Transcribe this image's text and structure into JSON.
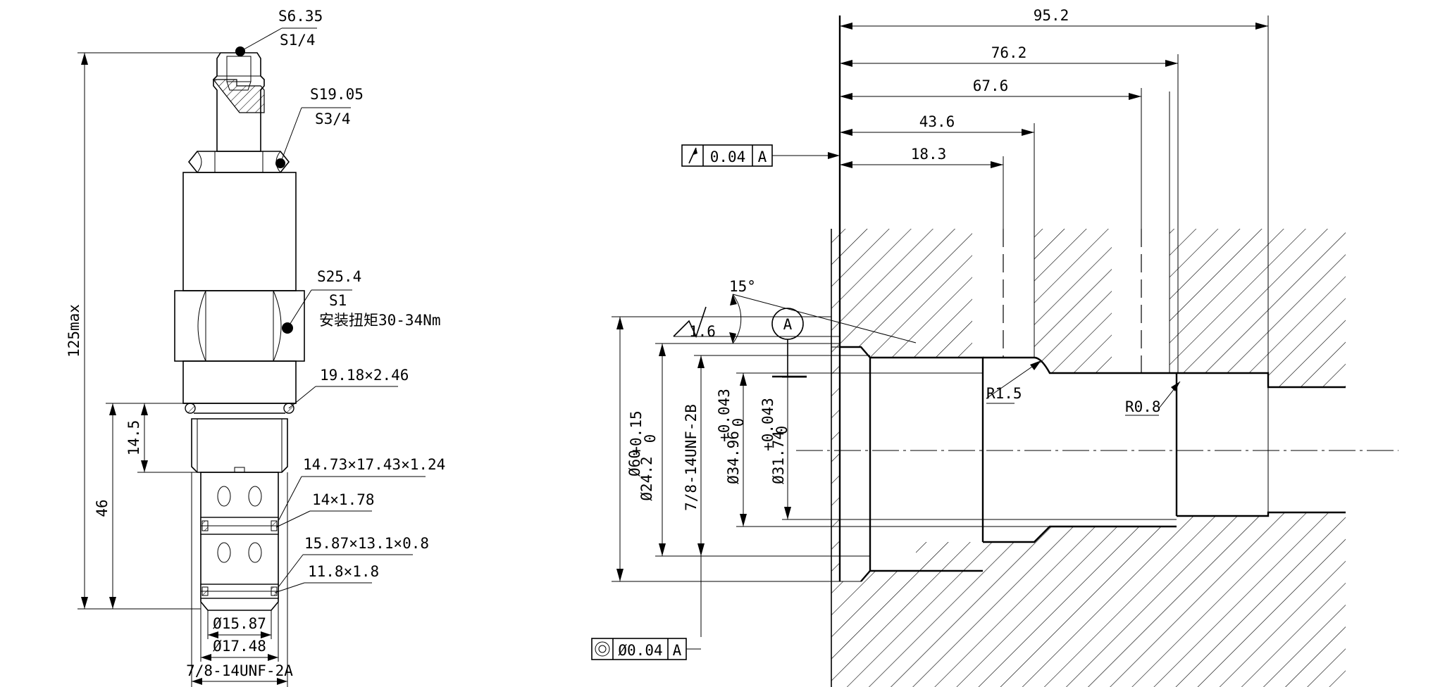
{
  "left_view": {
    "hex_small": [
      "S6.35",
      "S1/4"
    ],
    "hex_mid": [
      "S19.05",
      "S3/4"
    ],
    "hex_large": [
      "S25.4",
      "S1",
      "安装扭矩30-34Nm"
    ],
    "oring_top": "19.18×2.46",
    "backup_ring_1": "14.73×17.43×1.24",
    "oring_mid": "14×1.78",
    "backup_ring_2": "15.87×13.1×0.8",
    "oring_bottom": "11.8×1.8",
    "dim_total": "125max",
    "dim_46": "46",
    "dim_14_5": "14.5",
    "dia_1587": "Ø15.87",
    "dia_1748": "Ø17.48",
    "thread": "7/8-14UNF-2A"
  },
  "right_view": {
    "dim_952": "95.2",
    "dim_762": "76.2",
    "dim_676": "67.6",
    "dim_436": "43.6",
    "dim_183": "18.3",
    "runout_tol": "0.04",
    "datum": "A",
    "datum_circle": "A",
    "concentric_tol": "Ø0.04",
    "angle": "15°",
    "roughness": "1.6",
    "radius_15": "R1.5",
    "radius_08": "R0.8",
    "dia_60": "Ø60",
    "dia_242": "Ø24.2",
    "tol_242_up": "+0.15",
    "tol_242_lo": "0",
    "thread": "7/8-14UNF-2B",
    "dia_3496": "Ø34.96",
    "tol_3496_up": "+0.043",
    "tol_3496_lo": "0",
    "dia_3174": "Ø31.74",
    "tol_3174_up": "+0.043",
    "tol_3174_lo": "0"
  }
}
